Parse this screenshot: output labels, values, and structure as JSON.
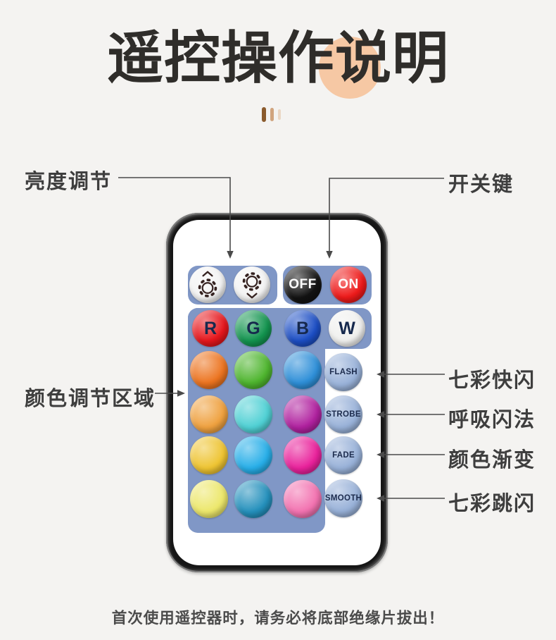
{
  "page": {
    "background_color": "#f4f3f1"
  },
  "title": {
    "text": "遥控操作说明",
    "highlight_color": "#f6c8a4"
  },
  "decor_bars": [
    {
      "color": "#8a5a2c"
    },
    {
      "color": "#d0a47e"
    },
    {
      "color": "#ead7c4"
    }
  ],
  "annotations": {
    "line_color": "#4a4a4a",
    "brightness": "亮度调节",
    "power": "开关键",
    "color_area": "颜色调节区域",
    "flash": "七彩快闪",
    "strobe": "呼吸闪法",
    "fade": "颜色渐变",
    "smooth": "七彩跳闪"
  },
  "remote": {
    "frame_color": "#161616",
    "panel_color": "#8097c6",
    "mode_button_color": "#98b1d8",
    "brightness_buttons": [
      {
        "icon": "brightness-up",
        "color": "#f3f3f3"
      },
      {
        "icon": "brightness-down",
        "color": "#f3f3f3"
      }
    ],
    "power_buttons": [
      {
        "label": "OFF",
        "color": "#121212"
      },
      {
        "label": "ON",
        "color": "#ee1a1a"
      }
    ],
    "rgbw_buttons": [
      {
        "label": "R",
        "color": "#e6161c"
      },
      {
        "label": "G",
        "color": "#13944f"
      },
      {
        "label": "B",
        "color": "#1c4ec4"
      },
      {
        "label": "W",
        "color": "#f0f0ee"
      }
    ],
    "color_grid": [
      [
        "#ec7420",
        "#4eb52e",
        "#2e8fd8"
      ],
      [
        "#efa13f",
        "#4fd0d4",
        "#b0219f"
      ],
      [
        "#eec432",
        "#27aee8",
        "#e9219b"
      ],
      [
        "#ece76a",
        "#2490bc",
        "#f272b0"
      ]
    ],
    "mode_buttons": [
      {
        "label": "FLASH"
      },
      {
        "label": "STROBE"
      },
      {
        "label": "FADE"
      },
      {
        "label": "SMOOTH"
      }
    ]
  },
  "footer": {
    "note": "首次使用遥控器时，请务必将底部绝缘片拔出！"
  }
}
